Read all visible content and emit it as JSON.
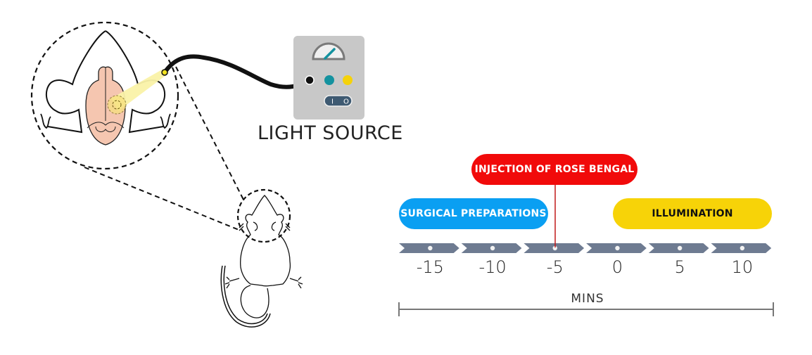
{
  "light_source": {
    "label": "LIGHT SOURCE",
    "switch_on": "I",
    "switch_off": "O",
    "colors": {
      "body": "#c8c8c8",
      "teal": "#14929f",
      "yellow": "#f5d20a",
      "switch": "#3e5a72"
    }
  },
  "timeline": {
    "axis_label": "MINS",
    "ticks": [
      "-15",
      "-10",
      "-5",
      "0",
      "5",
      "10"
    ],
    "chevron_color": "#6e7b91",
    "events": [
      {
        "label": "SURGICAL PREPARATIONS",
        "color": "#0a9ff2",
        "text_color": "#ffffff"
      },
      {
        "label": "INJECTION OF ROSE BENGAL",
        "color": "#f10a0a",
        "text_color": "#ffffff",
        "marker_at": "-5"
      },
      {
        "label": "ILLUMINATION",
        "color": "#f7d308",
        "text_color": "#111111"
      }
    ]
  },
  "illustration": {
    "brain_color": "#f5c6b0",
    "light_beam_color": "#faf2a8"
  }
}
